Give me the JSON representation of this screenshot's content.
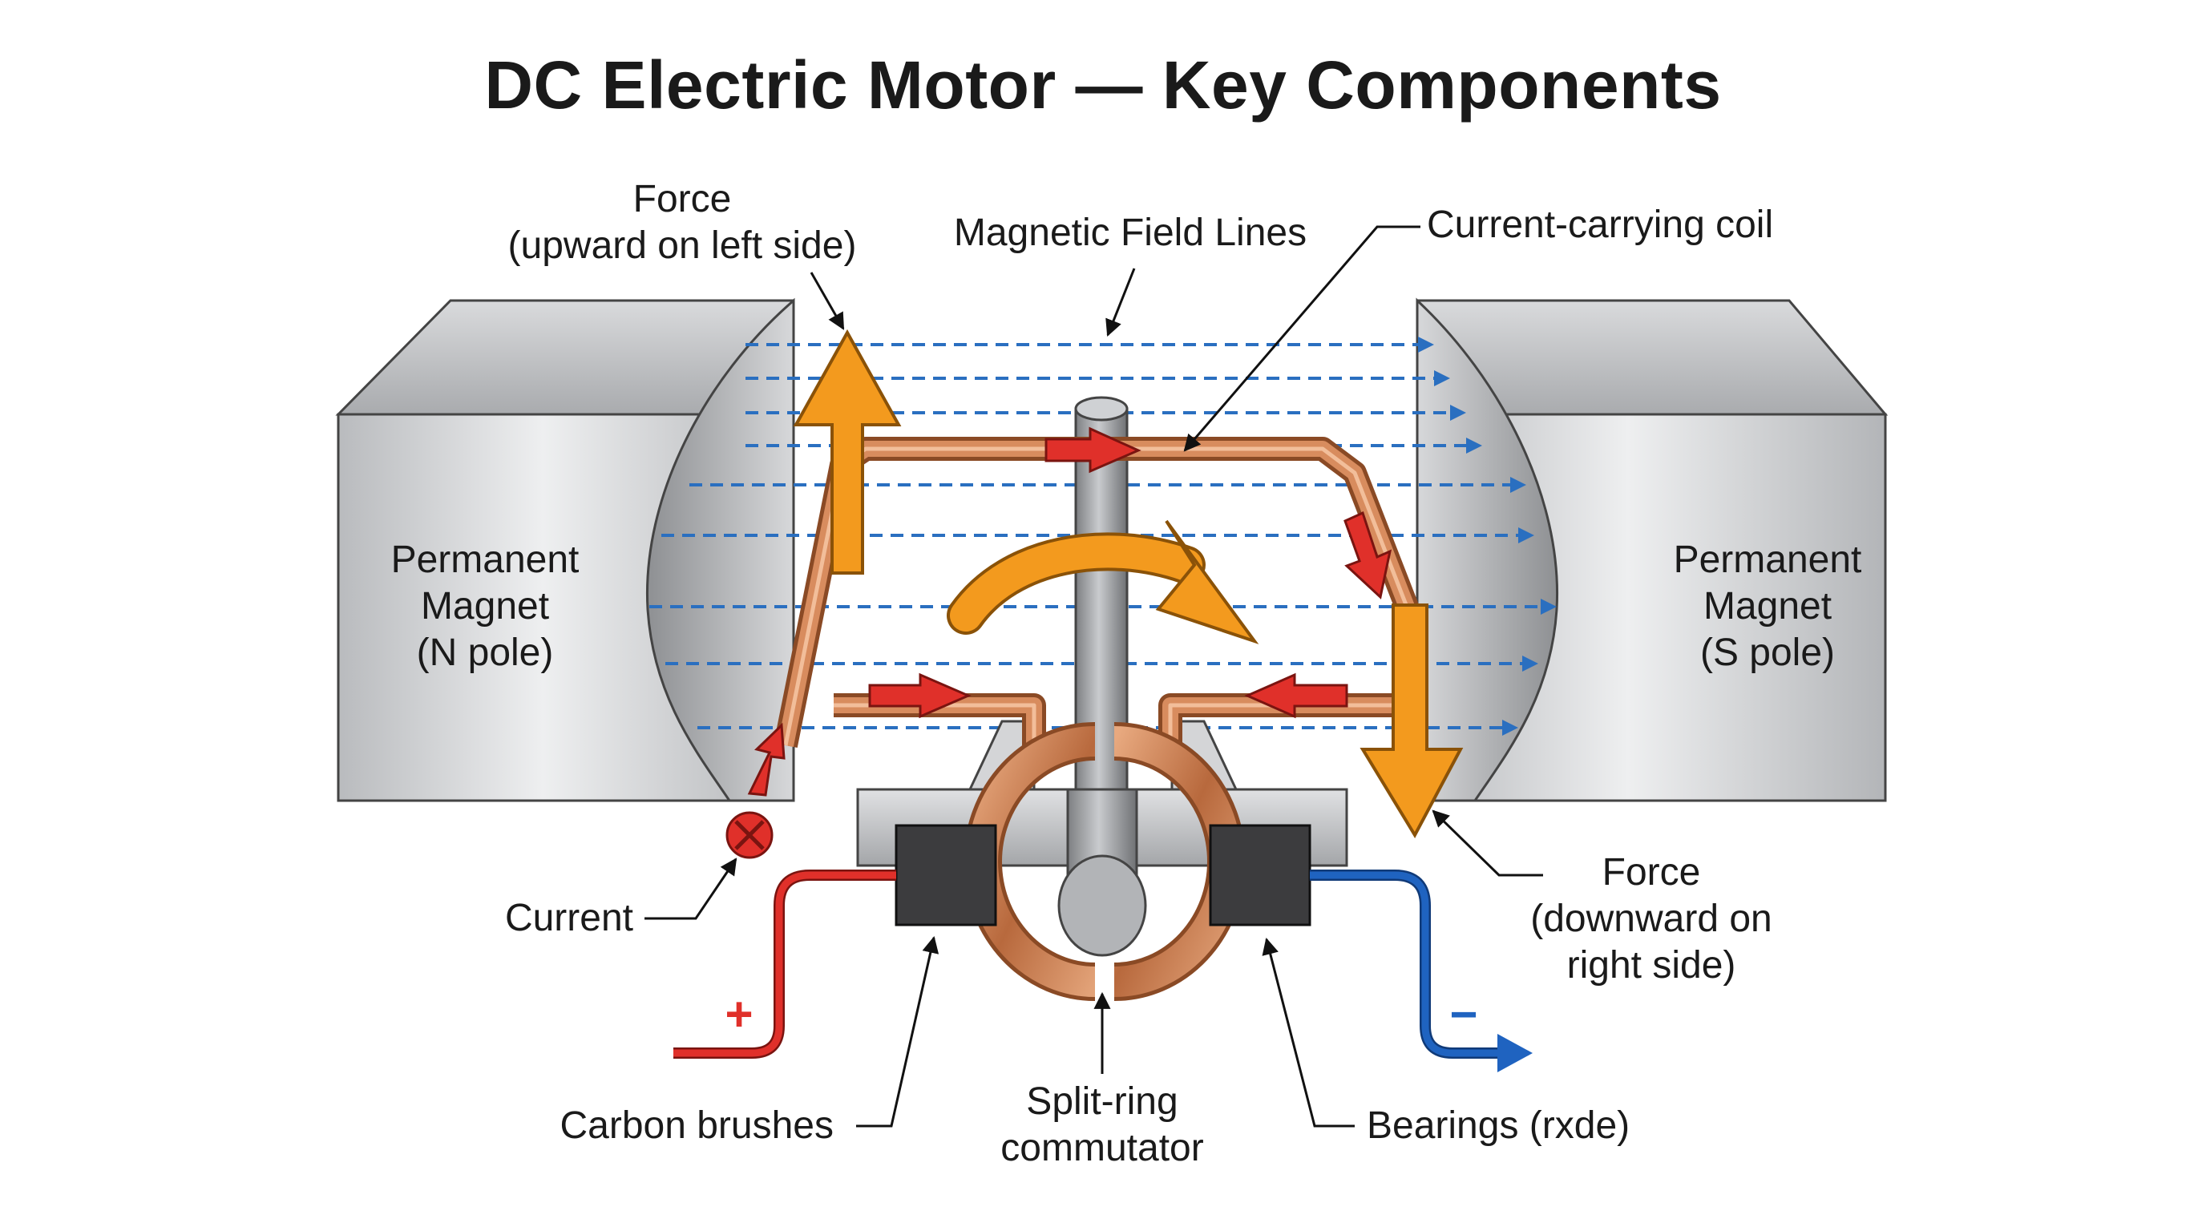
{
  "title": "DC Electric Motor — Key Components",
  "labels": {
    "force_left": [
      "Force",
      "(upward on left side)"
    ],
    "field_lines": "Magnetic Field Lines",
    "coil": "Current-carrying coil",
    "magnet_n": [
      "Permanent",
      "Magnet",
      "(N pole)"
    ],
    "magnet_s": [
      "Permanent",
      "Magnet",
      "(S pole)"
    ],
    "current": "Current",
    "force_right": [
      "Force",
      "(downward on",
      "right side)"
    ],
    "brushes": "Carbon brushes",
    "commutator": [
      "Split-ring",
      "commutator"
    ],
    "bearings": "Bearings (rxde)",
    "plus": "+",
    "minus": "−"
  },
  "colors": {
    "copper": "#c8794a",
    "force_arrow": "#f39a1e",
    "current_arrow": "#e0302a",
    "field_line": "#2a6fc0",
    "positive_wire": "#e0302a",
    "negative_wire": "#1f63c0",
    "magnet": "#c6c8cb",
    "brush": "#3c3c3e"
  },
  "icons": [
    "current-into-page-icon"
  ]
}
